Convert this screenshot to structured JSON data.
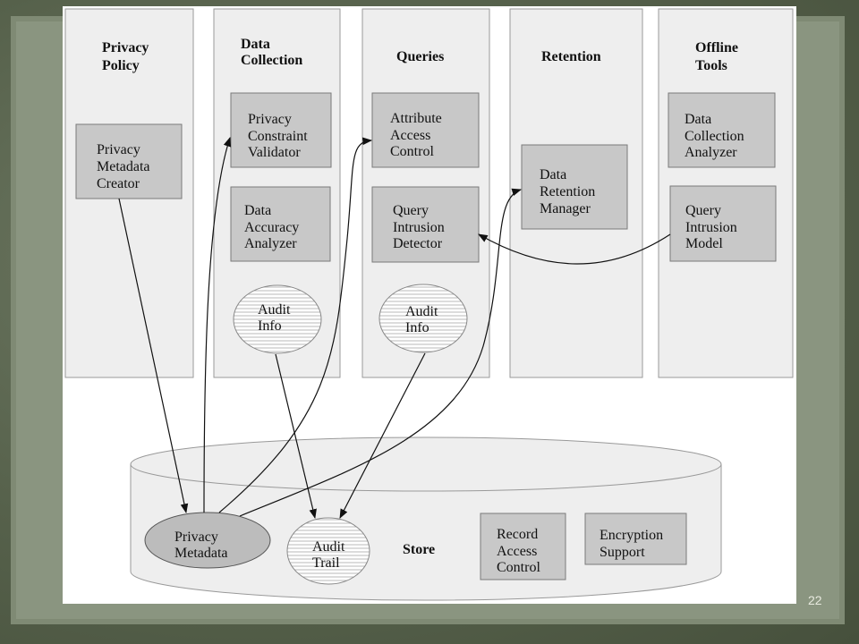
{
  "columns": [
    {
      "title": [
        "Privacy",
        "Policy"
      ]
    },
    {
      "title": [
        "Data",
        "Collection"
      ]
    },
    {
      "title": [
        "Queries"
      ]
    },
    {
      "title": [
        "Retention"
      ]
    },
    {
      "title": [
        "Offline",
        "Tools"
      ]
    }
  ],
  "boxes": {
    "metadata_creator": [
      "Privacy",
      "Metadata",
      "Creator"
    ],
    "constraint_validator": [
      "Privacy",
      "Constraint",
      "Validator"
    ],
    "accuracy_analyzer": [
      "Data",
      "Accuracy",
      "Analyzer"
    ],
    "attribute_access": [
      "Attribute",
      "Access",
      "Control"
    ],
    "intrusion_detector": [
      "Query",
      "Intrusion",
      "Detector"
    ],
    "retention_manager": [
      "Data",
      "Retention",
      "Manager"
    ],
    "collection_analyzer": [
      "Data",
      "Collection",
      "Analyzer"
    ],
    "intrusion_model": [
      "Query",
      "Intrusion",
      "Model"
    ],
    "record_access": [
      "Record",
      "Access",
      "Control"
    ],
    "encryption": [
      "Encryption",
      "Support"
    ]
  },
  "ovals": {
    "audit_info_collection": [
      "Audit",
      "Info"
    ],
    "audit_info_queries": [
      "Audit",
      "Info"
    ],
    "privacy_metadata": [
      "Privacy",
      "Metadata"
    ],
    "audit_trail": [
      "Audit",
      "Trail"
    ]
  },
  "store_label": "Store",
  "page_number": "22"
}
